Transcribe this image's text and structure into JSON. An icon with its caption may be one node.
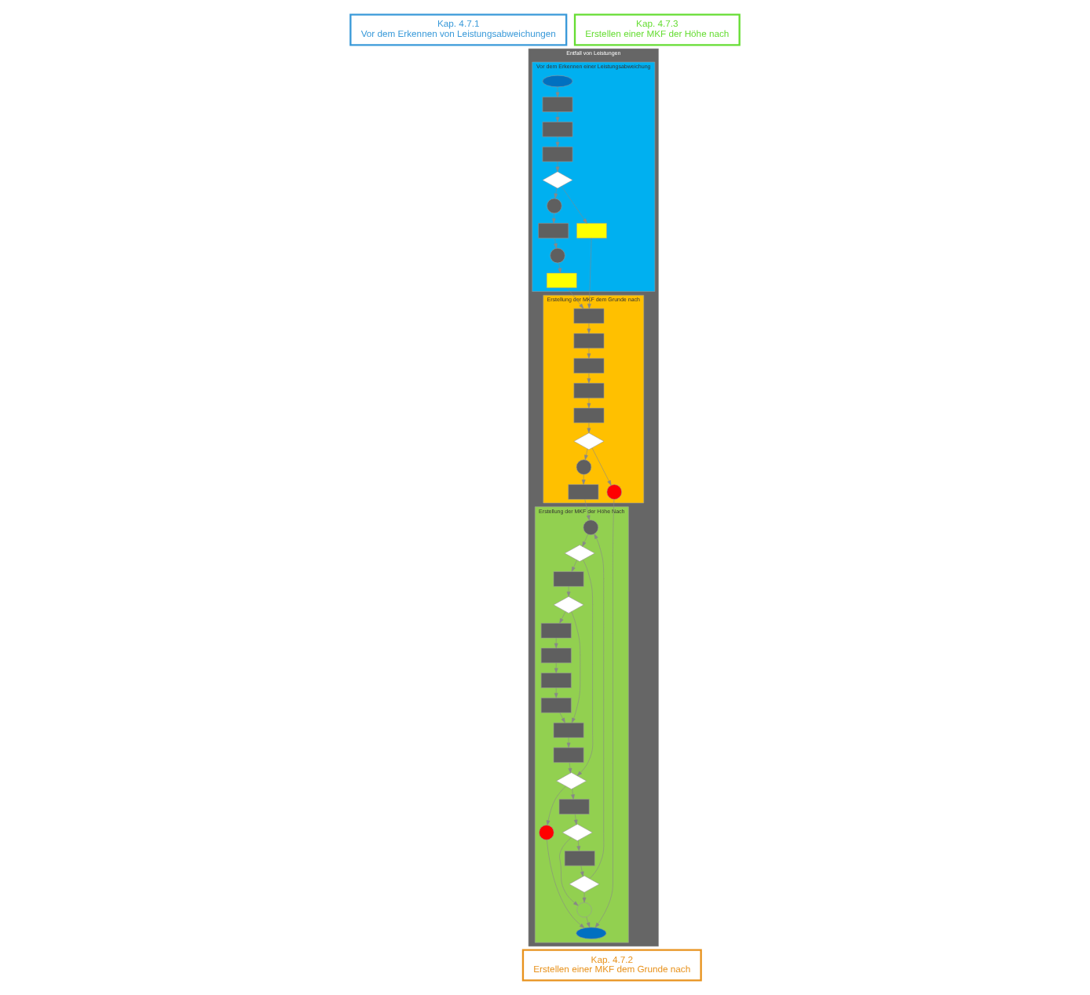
{
  "diagram": {
    "nodes": [
      {
        "text": [
          "Kap. 4.7.1",
          "Vor dem Erkennen von Leistungsabweichungen"
        ]
      },
      {
        "text": [
          "Kap. 4.7.3",
          "Erstellen einer MKF der Höhe nach"
        ]
      },
      {
        "text": [
          "Kap. 4.7.2",
          "Erstellen einer MKF dem Grunde nach"
        ]
      },
      {
        "text": [
          "Entfall von Leistungen"
        ]
      },
      {
        "text": [
          "Vor dem Erkennen einer Leistungsabweichung"
        ],
        "in": 3
      },
      {
        "text": [
          "Erstellung der MKF dem Grunde nach"
        ],
        "in": 3
      },
      {
        "text": [
          "Erstellung der MKF der Höhe Nach"
        ],
        "in": 3
      },
      {
        "text": [],
        "shape": "oval",
        "in": 4
      },
      {
        "text": [],
        "shape": "box",
        "in": 4
      },
      {
        "text": [],
        "shape": "box",
        "in": 4
      },
      {
        "text": [],
        "shape": "box",
        "in": 4
      },
      {
        "text": [],
        "shape": "diamond",
        "in": 4
      },
      {
        "text": [],
        "shape": "box",
        "in": 4
      },
      {
        "text": [],
        "shape": "circle",
        "in": 4
      },
      {
        "text": [],
        "shape": "box",
        "in": 4
      },
      {
        "text": [],
        "shape": "circle",
        "in": 4
      },
      {
        "text": [],
        "shape": "box",
        "in": 4
      },
      {
        "text": [],
        "shape": "box",
        "in": 5
      },
      {
        "text": [],
        "shape": "box",
        "in": 5
      },
      {
        "text": [],
        "shape": "box",
        "in": 5
      },
      {
        "text": [],
        "shape": "box",
        "in": 5
      },
      {
        "text": [],
        "shape": "box",
        "in": 5
      },
      {
        "text": [],
        "shape": "box",
        "in": 5
      },
      {
        "text": [],
        "shape": "diamond",
        "in": 5
      },
      {
        "text": [],
        "shape": "circle",
        "in": 5
      },
      {
        "text": [],
        "shape": "circle",
        "in": 5
      },
      {
        "text": [],
        "shape": "circle",
        "in": 6
      },
      {
        "text": [],
        "shape": "diamond",
        "in": 6
      },
      {
        "text": [],
        "shape": "box",
        "in": 6
      },
      {
        "text": [],
        "shape": "diamond",
        "in": 6
      },
      {
        "text": [],
        "shape": "box",
        "in": 6
      },
      {
        "text": [],
        "shape": "box",
        "in": 6
      },
      {
        "text": [],
        "shape": "box",
        "in": 6
      },
      {
        "text": [],
        "shape": "box",
        "in": 6
      },
      {
        "text": [],
        "shape": "box",
        "in": 6
      },
      {
        "text": [],
        "shape": "box",
        "in": 6
      },
      {
        "text": [],
        "shape": "diamond",
        "in": 6
      },
      {
        "text": [],
        "shape": "box",
        "in": 6
      },
      {
        "text": [],
        "shape": "diamond",
        "in": 6
      },
      {
        "text": [],
        "shape": "box",
        "in": 6
      },
      {
        "text": [],
        "shape": "diamond",
        "in": 6
      },
      {
        "text": [],
        "shape": "circle",
        "in": 6
      },
      {
        "text": [],
        "shape": "circle",
        "in": 6
      },
      {
        "text": [],
        "shape": "oval",
        "in": 6
      }
    ],
    "edges": [
      {
        "from": 7,
        "to": 8,
        "arrow": "to"
      },
      {
        "from": 8,
        "to": 9,
        "arrow": "to"
      },
      {
        "from": 9,
        "to": 10,
        "arrow": "to"
      },
      {
        "from": 10,
        "to": 11,
        "arrow": "to"
      },
      {
        "from": 11,
        "to": 13,
        "arrow": "to"
      },
      {
        "from": 11,
        "to": 12,
        "arrow": "to"
      },
      {
        "from": 13,
        "to": 14,
        "arrow": "to"
      },
      {
        "from": 14,
        "to": 15,
        "arrow": "to"
      },
      {
        "from": 15,
        "to": 16,
        "arrow": "to"
      },
      {
        "from": 16,
        "to": 17,
        "arrow": "to"
      },
      {
        "from": 12,
        "to": 17,
        "arrow": "to"
      },
      {
        "from": 17,
        "to": 18,
        "arrow": "to"
      },
      {
        "from": 18,
        "to": 19,
        "arrow": "to"
      },
      {
        "from": 19,
        "to": 20,
        "arrow": "to"
      },
      {
        "from": 20,
        "to": 21,
        "arrow": "to"
      },
      {
        "from": 21,
        "to": 23,
        "arrow": "to"
      },
      {
        "from": 23,
        "to": 24,
        "arrow": "to"
      },
      {
        "from": 24,
        "to": 22,
        "arrow": "to"
      },
      {
        "from": 23,
        "to": 25,
        "arrow": "to"
      },
      {
        "from": 22,
        "to": 26,
        "arrow": "to"
      },
      {
        "from": 25,
        "to": 43,
        "arrow": "to"
      },
      {
        "from": 26,
        "to": 27,
        "arrow": "to"
      },
      {
        "from": 27,
        "to": 28,
        "arrow": "to"
      },
      {
        "from": 28,
        "to": 29,
        "arrow": "to"
      },
      {
        "from": 29,
        "to": 30,
        "arrow": "to"
      },
      {
        "from": 30,
        "to": 31,
        "arrow": "to"
      },
      {
        "from": 31,
        "to": 32,
        "arrow": "to"
      },
      {
        "from": 32,
        "to": 33,
        "arrow": "to"
      },
      {
        "from": 33,
        "to": 34,
        "arrow": "to"
      },
      {
        "from": 29,
        "to": 34,
        "arrow": "to"
      },
      {
        "from": 34,
        "to": 35,
        "arrow": "to"
      },
      {
        "from": 35,
        "to": 36,
        "arrow": "to"
      },
      {
        "from": 27,
        "to": 36,
        "arrow": "to"
      },
      {
        "from": 36,
        "to": 37,
        "arrow": "to"
      },
      {
        "from": 36,
        "to": 42,
        "arrow": "to"
      },
      {
        "from": 37,
        "to": 38,
        "arrow": "to"
      },
      {
        "from": 38,
        "to": 39,
        "arrow": "to"
      },
      {
        "from": 38,
        "to": 41,
        "arrow": "to"
      },
      {
        "from": 39,
        "to": 40,
        "arrow": "to"
      },
      {
        "from": 40,
        "to": 41,
        "arrow": "to"
      },
      {
        "from": 40,
        "to": 26,
        "arrow": "to"
      },
      {
        "from": 41,
        "to": 43,
        "arrow": "to"
      },
      {
        "from": 42,
        "to": 43,
        "arrow": "to"
      }
    ]
  }
}
